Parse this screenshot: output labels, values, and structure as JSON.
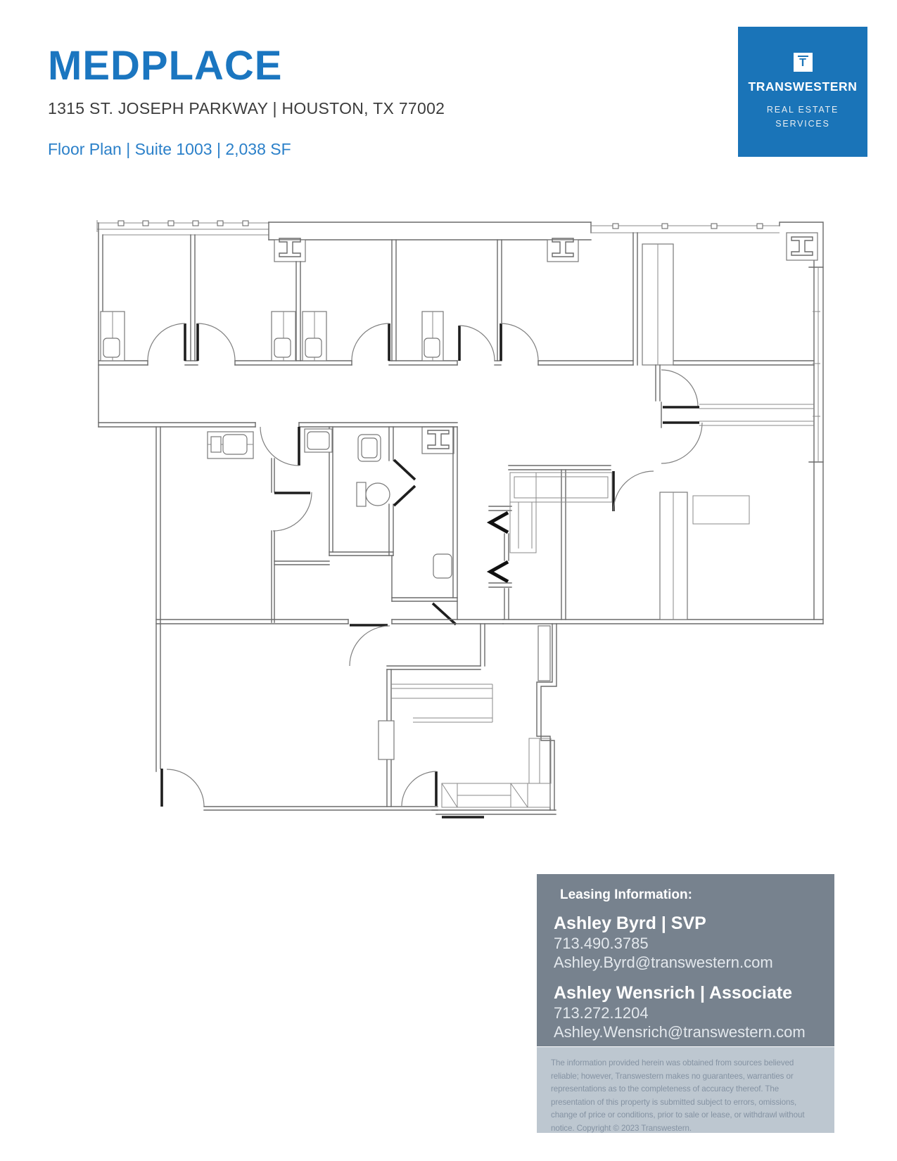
{
  "header": {
    "title": "MEDPLACE",
    "address": "1315 ST. JOSEPH PARKWAY | HOUSTON, TX 77002",
    "subtitle": "Floor Plan | Suite 1003 | 2,038 SF"
  },
  "logo": {
    "icon": "transwestern-t-icon",
    "t_letter": "T",
    "name": "TRANSWESTERN",
    "tagline_line1": "REAL ESTATE",
    "tagline_line2": "SERVICES"
  },
  "floor_plan": {
    "kind": "architectural line drawing",
    "labels": [],
    "note": "Unlabeled black-and-white floor plan of Suite 1003 with exam rooms, corridor, restroom with toilet and sinks, bi-fold chevron doors, door swing arcs, window walls with mullion ticks, I-beam columns and millwork counters"
  },
  "leasing": {
    "heading": "Leasing Information:",
    "contacts": [
      {
        "name_line": "Ashley Byrd | SVP",
        "phone": "713.490.3785",
        "email": "Ashley.Byrd@transwestern.com"
      },
      {
        "name_line": "Ashley Wensrich | Associate",
        "phone": "713.272.1204",
        "email": "Ashley.Wensrich@transwestern.com"
      }
    ]
  },
  "disclaimer": {
    "text": "The information provided herein was obtained from sources believed reliable; however, Transwestern makes no guarantees, warranties or representations as to the completeness of accuracy thereof. The presentation of this property is submitted subject to errors, omissions, change of price or conditions, prior to sale or lease, or withdrawl without notice. Copyright © 2023 Transwestern."
  },
  "colors": {
    "brand_blue": "#1b76c0",
    "logo_blue": "#1a74b8",
    "panel_slate": "#77828e",
    "panel_light_slate": "#bdc7d0",
    "disclaimer_text": "#8593a3",
    "plan_lines": "#6a6a6a"
  }
}
